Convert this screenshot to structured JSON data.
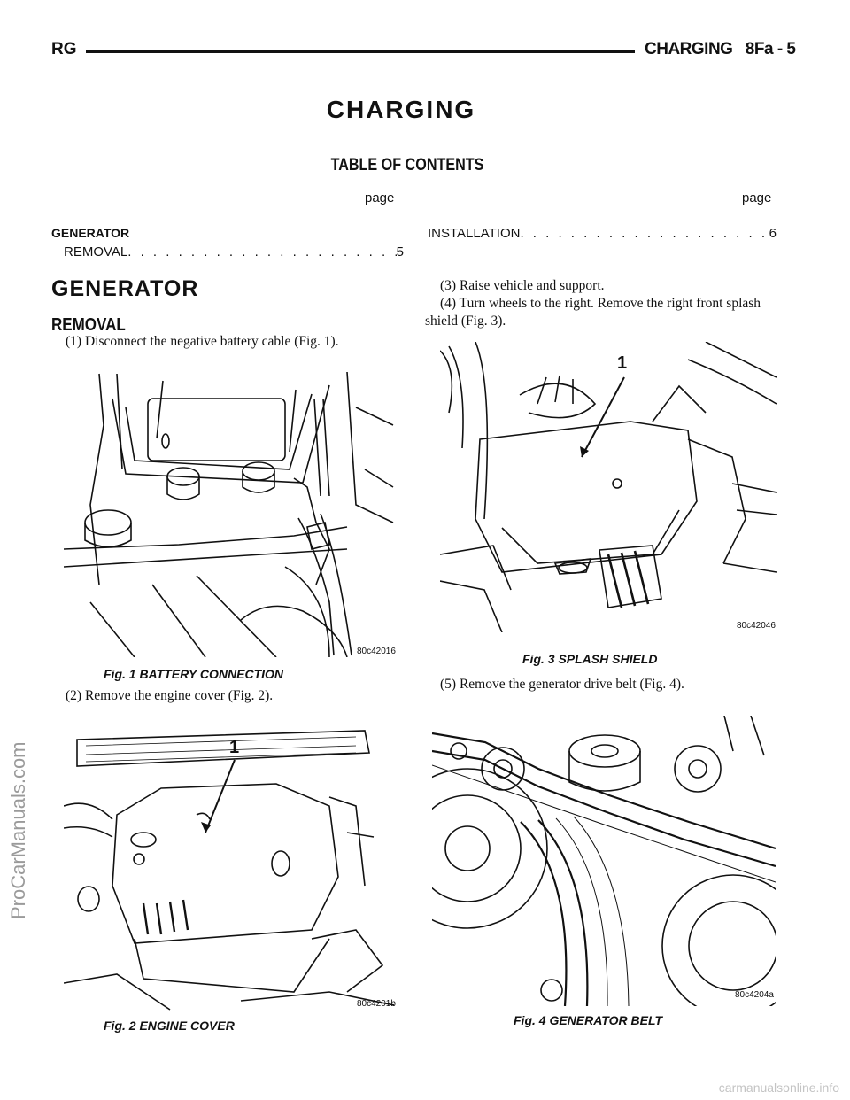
{
  "header": {
    "left": "RG",
    "section": "CHARGING",
    "page": "8Fa - 5"
  },
  "title": "CHARGING",
  "toc": {
    "heading": "TABLE OF CONTENTS",
    "page_label_left": "page",
    "page_label_right": "page",
    "group": "GENERATOR",
    "entries": [
      {
        "label": "REMOVAL",
        "page": "5"
      },
      {
        "label": "INSTALLATION",
        "page": "6"
      }
    ]
  },
  "section_title": "GENERATOR",
  "subsection_title": "REMOVAL",
  "steps": [
    "(1) Disconnect the negative battery cable (Fig. 1).",
    "(2) Remove the engine cover (Fig. 2).",
    "(3) Raise vehicle and support.",
    "(4) Turn wheels to the right. Remove the right front splash shield (Fig. 3).",
    "(5) Remove the generator drive belt (Fig. 4)."
  ],
  "figures": [
    {
      "caption": "Fig. 1 BATTERY CONNECTION",
      "code": "80c42016",
      "callout": ""
    },
    {
      "caption": "Fig. 2 ENGINE COVER",
      "code": "80c4201b",
      "callout": "1"
    },
    {
      "caption": "Fig. 3 SPLASH SHIELD",
      "code": "80c42046",
      "callout": "1"
    },
    {
      "caption": "Fig. 4 GENERATOR BELT",
      "code": "80c4204a",
      "callout": ""
    }
  ],
  "watermarks": {
    "side": "ProCarManuals.com",
    "footer": "carmanualsonline.info"
  }
}
